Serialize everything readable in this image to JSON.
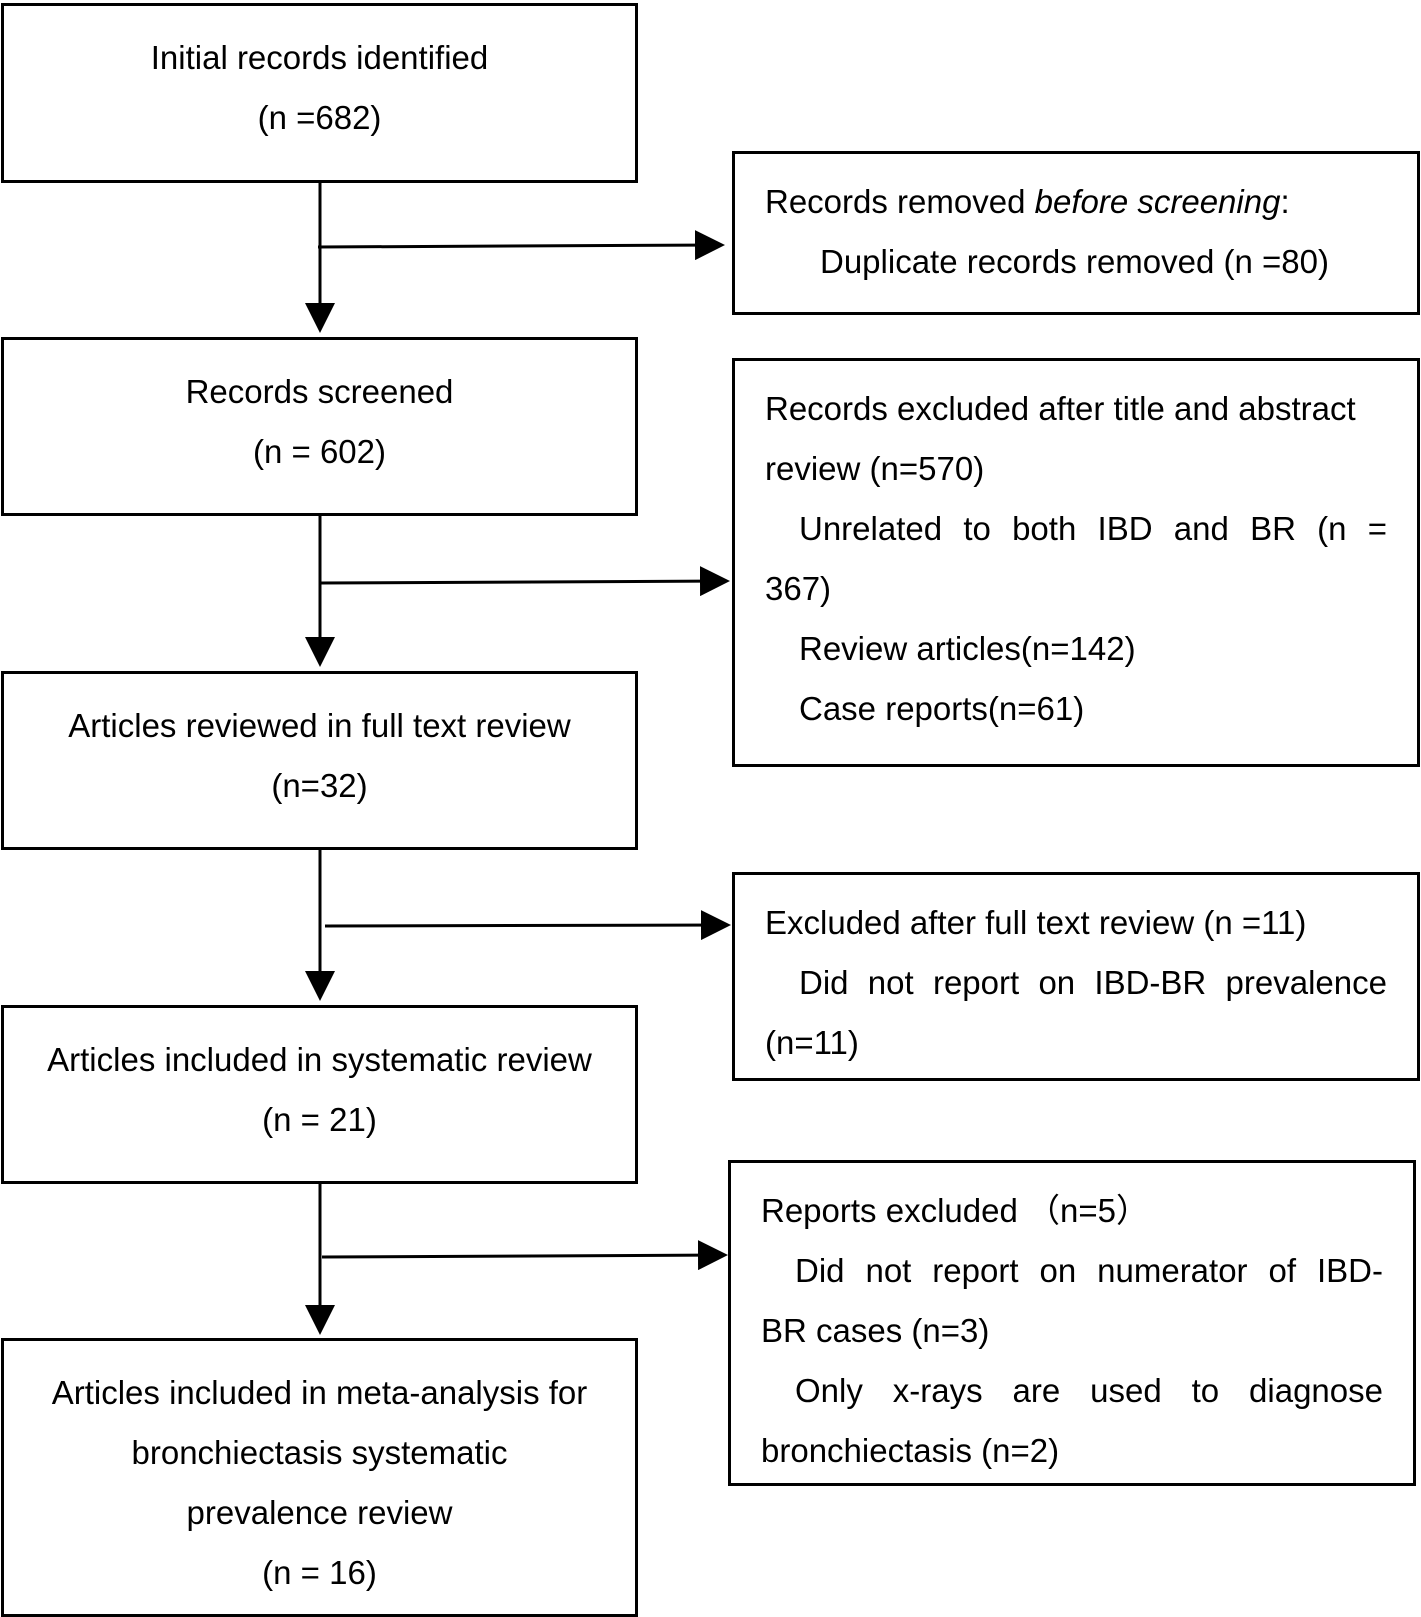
{
  "boxes": {
    "initial": {
      "line1": "Initial records identified",
      "line2": "(n =682)"
    },
    "screened": {
      "line1": "Records screened",
      "line2": "(n = 602)"
    },
    "fulltext": {
      "line1": "Articles reviewed in full text review",
      "line2": "(n=32)"
    },
    "systematic": {
      "line1": "Articles included in systematic review",
      "line2": "(n = 21)"
    },
    "meta": {
      "line1": "Articles included in meta-analysis for",
      "line2": "bronchiectasis systematic",
      "line3": "prevalence review",
      "line4": "(n = 16)"
    }
  },
  "side": {
    "removed": {
      "heading_a": "Records removed ",
      "heading_em": "before screening",
      "heading_b": ":",
      "item1": "Duplicate records removed (n =80)"
    },
    "excluded_title": {
      "heading1": "Records excluded after title and abstract",
      "heading2": "review (n=570)",
      "item1a": "Unrelated to both IBD and BR (n =",
      "item1b": "367)",
      "item2": "Review articles(n=142)",
      "item3": "Case reports(n=61)"
    },
    "excluded_full": {
      "heading": "Excluded after full text review (n =11)",
      "item1a": "Did not report on IBD-BR prevalence",
      "item1b": "(n=11)"
    },
    "reports_excluded": {
      "heading": "Reports excluded  （n=5）",
      "item1a": "Did not report on numerator of IBD-",
      "item1b": "BR cases (n=3)",
      "item2a": "Only x-rays are used to diagnose",
      "item2b": "bronchiectasis (n=2)"
    }
  }
}
